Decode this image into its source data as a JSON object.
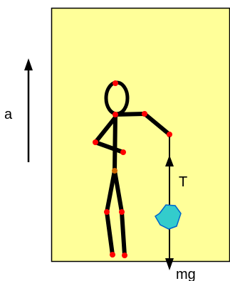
{
  "diagram": {
    "labels": {
      "acceleration": "a",
      "tension": "T",
      "weight": "mg"
    },
    "colors": {
      "elevator_fill": "#ffff99",
      "outline": "#000000",
      "joint": "#ff0000",
      "waist_joint": "#cc6600",
      "rock_fill": "#33cccc",
      "rock_outline": "#0066cc"
    },
    "icons": {
      "person": "stick-figure",
      "mass": "rock"
    }
  }
}
